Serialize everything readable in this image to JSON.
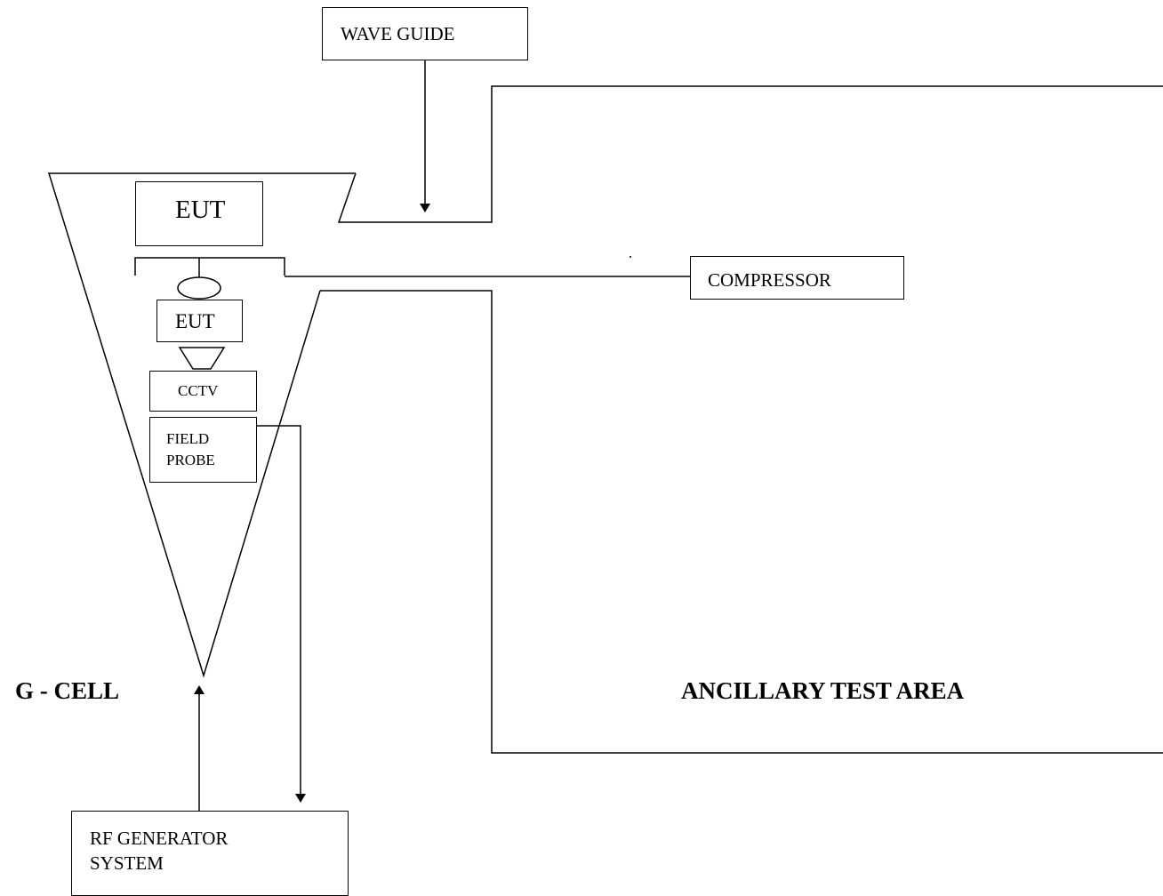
{
  "diagram": {
    "boxes": {
      "wave_guide": "WAVE GUIDE",
      "eut_top": "EUT",
      "eut_inner": "EUT",
      "cctv": "CCTV",
      "field_probe_line1": "FIELD",
      "field_probe_line2": "PROBE",
      "compressor": "COMPRESSOR",
      "rf_generator_line1": "RF GENERATOR",
      "rf_generator_line2": "SYSTEM"
    },
    "areas": {
      "g_cell": "G - CELL",
      "ancillary_test_area": "ANCILLARY TEST AREA"
    }
  }
}
